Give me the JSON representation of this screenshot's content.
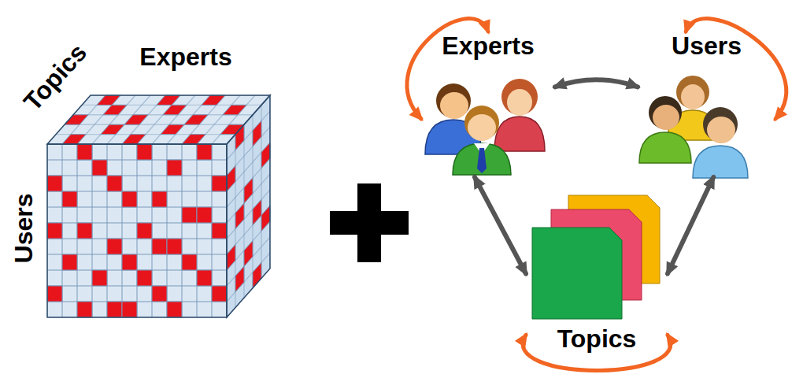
{
  "diagram": {
    "nodes": [
      {
        "text": [
          "Experts"
        ]
      },
      {
        "text": [
          "Users"
        ]
      },
      {
        "text": [
          "Topics"
        ]
      }
    ],
    "edges": [
      {
        "from": 0,
        "to": 1,
        "arrow": "both"
      },
      {
        "from": 0,
        "to": 2,
        "arrow": "both"
      },
      {
        "from": 1,
        "to": 2,
        "arrow": "both"
      },
      {
        "from": 0,
        "to": 0,
        "arrow": "both"
      },
      {
        "from": 1,
        "to": 1,
        "arrow": "both"
      },
      {
        "from": 2,
        "to": 2,
        "arrow": "both"
      }
    ],
    "labels": [
      "Topics",
      "Experts",
      "Users"
    ]
  }
}
